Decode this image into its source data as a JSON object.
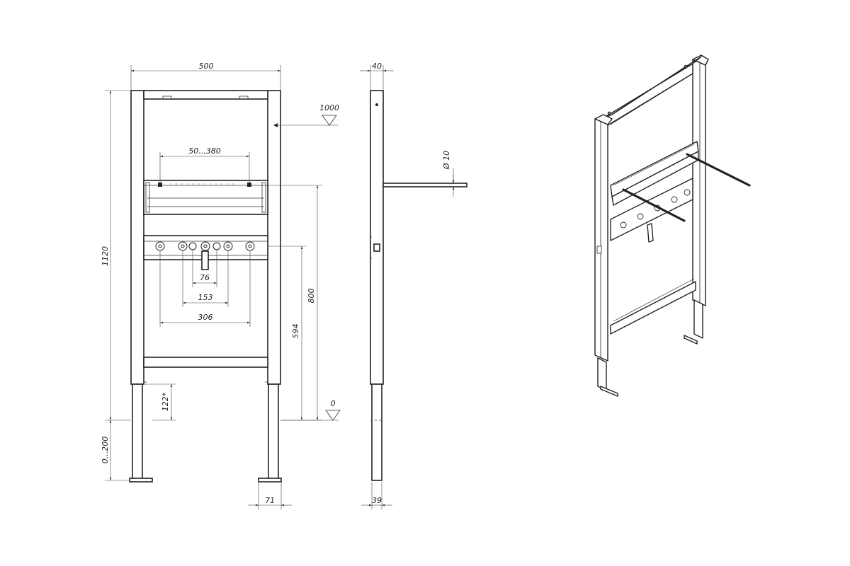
{
  "front_view": {
    "width_label": "500",
    "height_label": "1120",
    "rail_span_label": "50...380",
    "spacing_76_label": "76",
    "spacing_153_label": "153",
    "spacing_306_label": "306",
    "height_800_label": "800",
    "height_594_label": "594",
    "offset_122_label": "122*",
    "leg_adjust_label": "0...200",
    "foot_width_label": "71",
    "level_1000_label": "1000",
    "level_0_label": "0"
  },
  "side_view": {
    "depth_top_label": "40",
    "depth_bottom_label": "39",
    "rod_diameter_label": "Ø 10"
  }
}
